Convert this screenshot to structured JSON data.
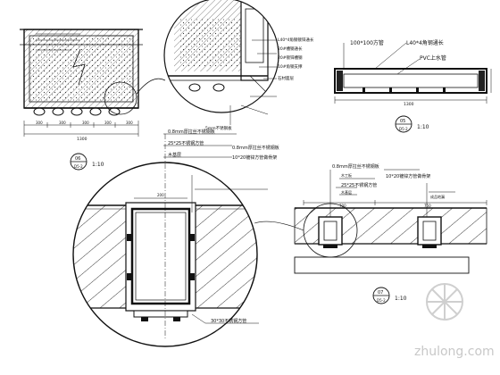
{
  "details": [
    {
      "id": "detail-06",
      "tag_number": "06",
      "tag_sheet": "D5-2",
      "scale": "1:10",
      "dimensions": {
        "total": "1300",
        "segments": [
          "300",
          "300",
          "300",
          "300",
          "300"
        ]
      },
      "enlarged_callouts": [
        "L40*4角钢镀锌通长",
        "20#槽钢通长",
        "20#镀锌槽钢",
        "10#角钢支撑",
        "石材面层",
        "5mm不锈钢板"
      ]
    },
    {
      "id": "detail-05",
      "tag_number": "05",
      "tag_sheet": "D5-2",
      "scale": "1:10",
      "dimensions": {
        "total": "1300"
      },
      "callouts": [
        "100*100方管",
        "L40*4角钢通长",
        "PVC上水管"
      ]
    },
    {
      "id": "detail-07",
      "tag_number": "07",
      "tag_sheet": "D5-2",
      "scale": "1:10",
      "dimensions": {
        "segments": [
          "700",
          "750"
        ]
      },
      "callouts": [
        "0.8mm厚拉丝不锈钢板",
        "25*25不锈钢方管",
        "10*20镀锌方管做骨架",
        "木工板",
        "木基层",
        "成品地漏"
      ]
    }
  ],
  "enlarged_detail": {
    "callouts": [
      "0.8mm厚拉丝不锈钢板",
      "25*25不锈钢方管",
      "木基层",
      "0.8mm厚拉丝不锈钢板",
      "10*20镀锌方管做骨架",
      "30*30不锈钢方管"
    ],
    "dimension": "200"
  },
  "watermark": {
    "text": "zhulong.com"
  },
  "colors": {
    "line": "#111111",
    "watermark": "#c8c8c8",
    "background": "#ffffff"
  }
}
